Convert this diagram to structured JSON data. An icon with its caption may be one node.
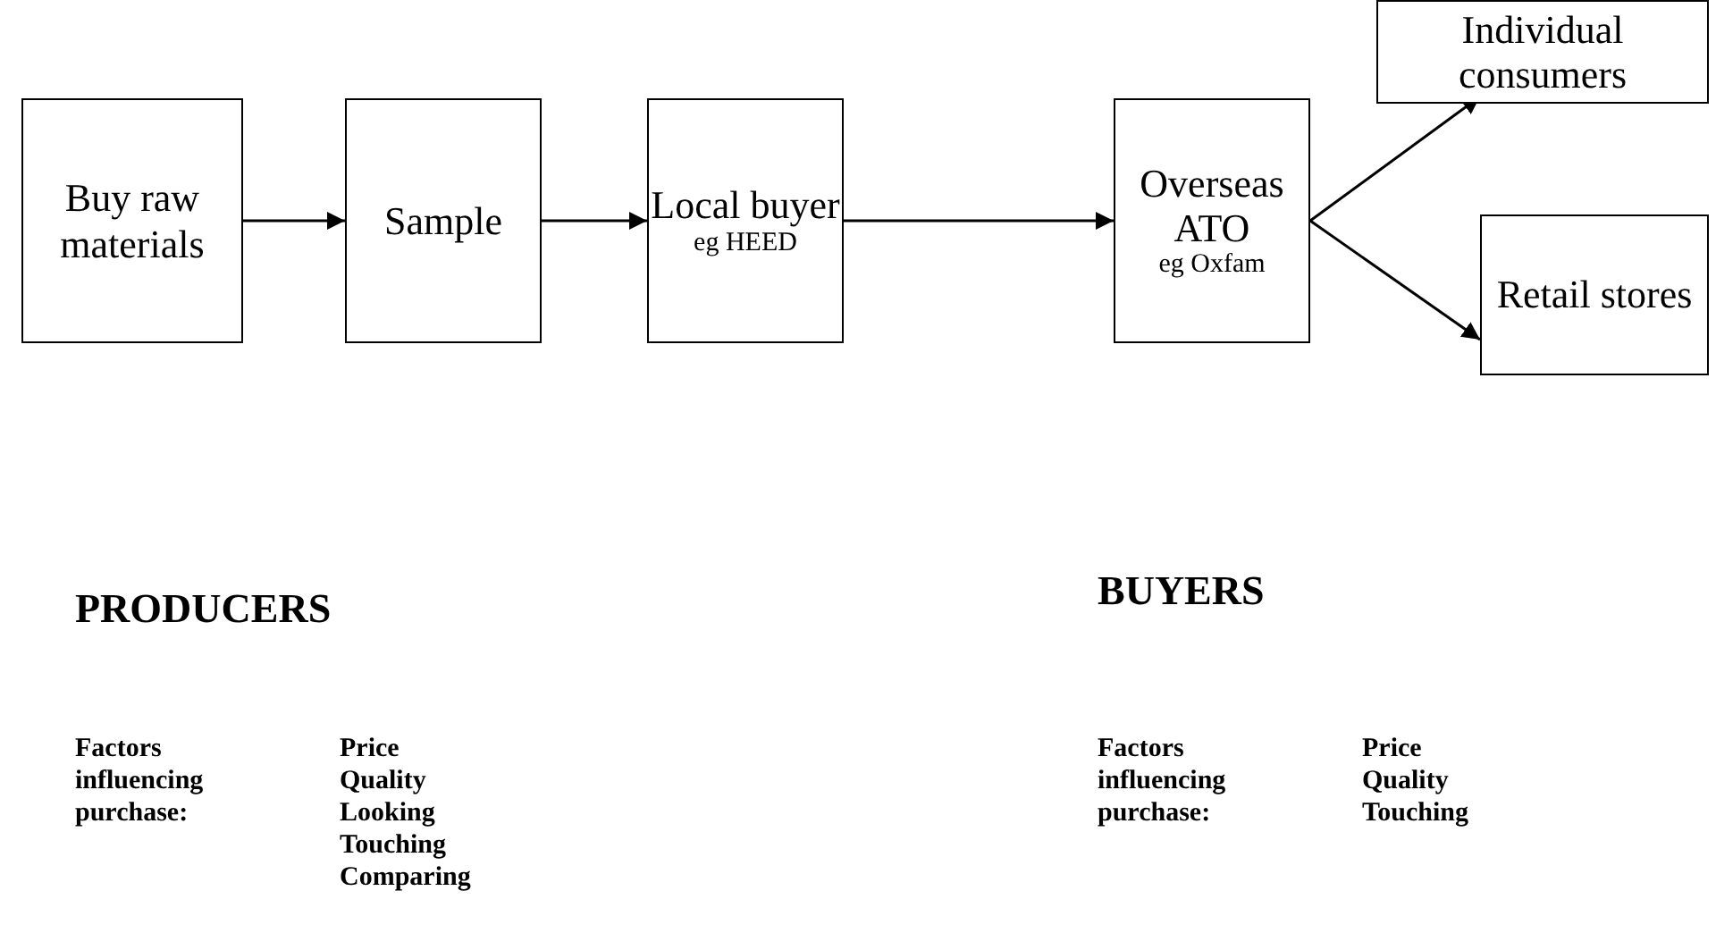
{
  "diagram": {
    "nodes": [
      {
        "text": [
          "Buy raw materials"
        ]
      },
      {
        "text": [
          "Sample"
        ]
      },
      {
        "text": [
          "Local buyer",
          "eg HEED"
        ]
      },
      {
        "text": [
          "Overseas ATO",
          "eg Oxfam"
        ]
      },
      {
        "text": [
          "Individual consumers"
        ]
      },
      {
        "text": [
          "Retail stores"
        ]
      }
    ],
    "edges": [
      {
        "from": 0,
        "to": 1,
        "arrow": "to"
      },
      {
        "from": 1,
        "to": 2,
        "arrow": "to"
      },
      {
        "from": 2,
        "to": 3,
        "arrow": "to"
      },
      {
        "from": 3,
        "to": 4,
        "arrow": "to"
      },
      {
        "from": 3,
        "to": 5,
        "arrow": "to"
      }
    ],
    "labels": [
      "PRODUCERS",
      "Factors influencing purchase:",
      "Price",
      "Quality",
      "Looking",
      "Touching",
      "Comparing",
      "BUYERS",
      "Factors influencing purchase:",
      "Price",
      "Quality",
      "Touching"
    ]
  }
}
